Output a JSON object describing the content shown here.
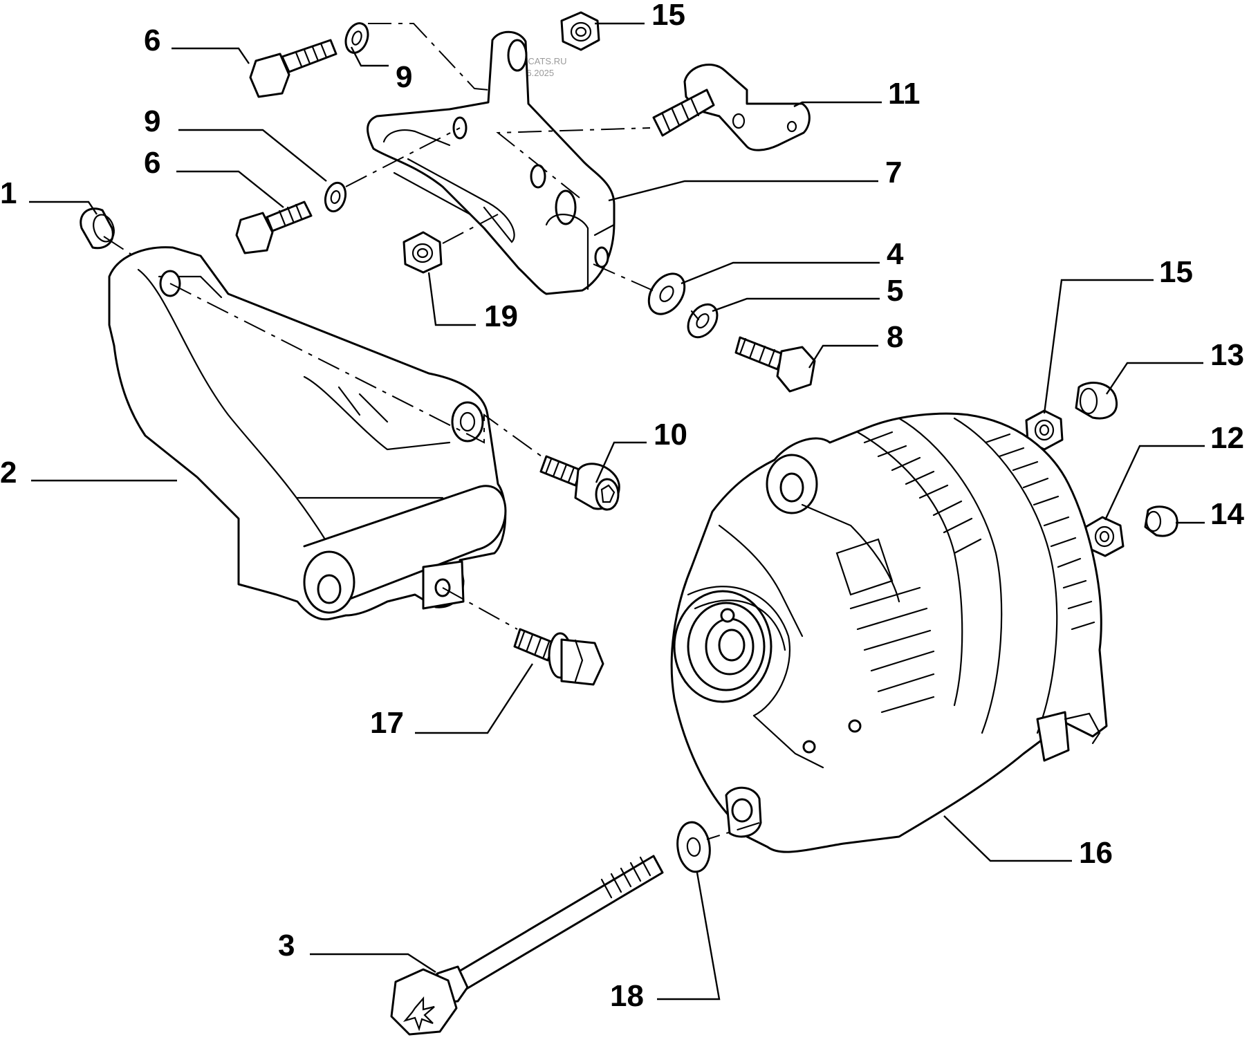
{
  "watermark": {
    "line1": "WWW.ECATS.RU",
    "line2": "12.26.06.2025"
  },
  "callouts": [
    {
      "id": "c6a",
      "label": "6"
    },
    {
      "id": "c9a",
      "label": "9"
    },
    {
      "id": "c15a",
      "label": "15"
    },
    {
      "id": "c11",
      "label": "11"
    },
    {
      "id": "c9b",
      "label": "9"
    },
    {
      "id": "c6b",
      "label": "6"
    },
    {
      "id": "c7",
      "label": "7"
    },
    {
      "id": "c1",
      "label": "1"
    },
    {
      "id": "c4",
      "label": "4"
    },
    {
      "id": "c5",
      "label": "5"
    },
    {
      "id": "c19",
      "label": "19"
    },
    {
      "id": "c8",
      "label": "8"
    },
    {
      "id": "c15b",
      "label": "15"
    },
    {
      "id": "c13",
      "label": "13"
    },
    {
      "id": "c10",
      "label": "10"
    },
    {
      "id": "c2",
      "label": "2"
    },
    {
      "id": "c12",
      "label": "12"
    },
    {
      "id": "c14",
      "label": "14"
    },
    {
      "id": "c17",
      "label": "17"
    },
    {
      "id": "c16",
      "label": "16"
    },
    {
      "id": "c3",
      "label": "3"
    },
    {
      "id": "c18",
      "label": "18"
    }
  ]
}
